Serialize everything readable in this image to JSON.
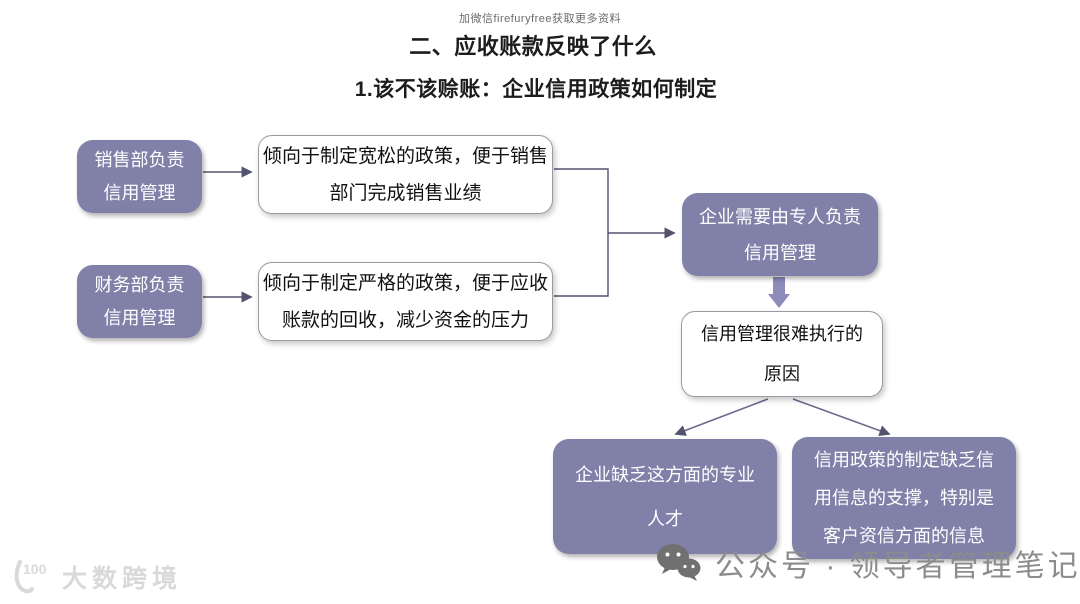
{
  "page": {
    "watermark_top": "加微信firefuryfree获取更多资料",
    "title": "二、应收账款反映了什么",
    "subtitle": "1.该不该赊账：企业信用政策如何制定"
  },
  "flowchart": {
    "sales_box": {
      "lines": [
        "销售部负责",
        "信用管理"
      ]
    },
    "sales_policy_box": {
      "lines": [
        "倾向于制定宽松的政策，便于销售",
        "部门完成销售业绩"
      ]
    },
    "finance_box": {
      "lines": [
        "财务部负责",
        "信用管理"
      ]
    },
    "finance_policy_box": {
      "lines": [
        "倾向于制定严格的政策，便于应收",
        "账款的回收，减少资金的压力"
      ]
    },
    "dedicated_box": {
      "lines": [
        "企业需要由专人负责",
        "信用管理"
      ]
    },
    "difficulty_box": {
      "lines": [
        "信用管理很难执行的",
        "原因"
      ]
    },
    "talent_box": {
      "lines": [
        "企业缺乏这方面的专业",
        "人才"
      ]
    },
    "info_box": {
      "lines": [
        "信用政策的制定缺乏信",
        "用信息的支撑，特别是",
        "客户资信方面的信息"
      ]
    }
  },
  "footer": {
    "logo_number": "100",
    "logo_text": "大数跨境",
    "wechat_watermark": "公众号 · 领导者管理笔记"
  },
  "colors": {
    "node_purple": "#8180a9",
    "block_arrow_purple": "#8e8cba",
    "connector_gray": "#54536e",
    "white_box_border": "#9a9aa0",
    "watermark_gray": "#8c8c8c",
    "logo_gray": "#d9d9d9",
    "text_dark": "#1c1c1c"
  }
}
